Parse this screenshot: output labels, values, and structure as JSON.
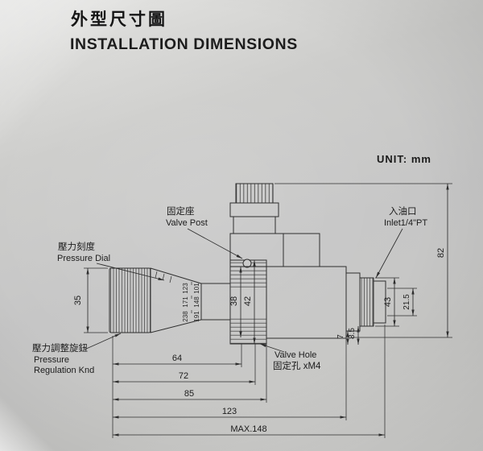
{
  "page": {
    "title_zh": "外型尺寸圖",
    "title_en": "INSTALLATION DIMENSIONS",
    "unit": "UNIT: mm"
  },
  "callouts": {
    "valve_post": {
      "zh": "固定座",
      "en": "Valve Post"
    },
    "inlet": {
      "zh": "入油口",
      "en": "Inlet1/4\"PT"
    },
    "pressure_dial": {
      "zh": "壓力刻度",
      "en": "Pressure Dial"
    },
    "regulation_knob": {
      "zh": "壓力調整旋鈕",
      "en1": "Pressure",
      "en2": "Regulation Knd"
    },
    "valve_hole": {
      "en": "Valve Hole",
      "zh": "固定孔 xM4"
    }
  },
  "dims": {
    "knob_od": "35",
    "post_inner": "38",
    "post_outer": "42",
    "outlet_od": "43",
    "outlet_id": "21.5",
    "step_small": "7",
    "step_large": "8.5",
    "height": "82",
    "l64": "64",
    "l72": "72",
    "l85": "85",
    "l123": "123",
    "max148": "MAX.148"
  },
  "dial_scale": {
    "col1": [
      "123",
      "171",
      "238"
    ],
    "col2": [
      "101",
      "148",
      "191"
    ]
  }
}
